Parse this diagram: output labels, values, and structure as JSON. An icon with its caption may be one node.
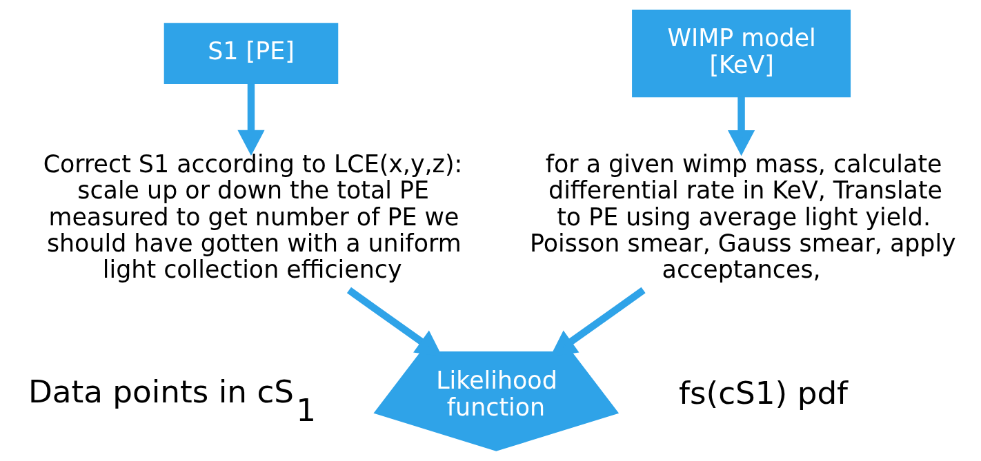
{
  "diagram": {
    "nodes": [
      {
        "text": [
          "S1 [PE]"
        ]
      },
      {
        "text": [
          "WIMP model [KeV]"
        ]
      },
      {
        "text": [
          "Correct S1 according to LCE(x,y,z): scale up or down the total PE measured to get number of PE we should have gotten with a uniform light collection efficiency"
        ]
      },
      {
        "text": [
          "for a given wimp mass, calculate differential rate in KeV, Translate to PE using average light yield. Poisson smear, Gauss smear, apply acceptances,"
        ]
      },
      {
        "text": [
          "Likelihood function"
        ]
      }
    ],
    "edges": [
      {
        "from": 0,
        "to": 2,
        "arrow": "to"
      },
      {
        "from": 1,
        "to": 3,
        "arrow": "to"
      },
      {
        "from": 2,
        "to": 4,
        "arrow": "to"
      },
      {
        "from": 3,
        "to": 4,
        "arrow": "to"
      }
    ],
    "labels": [
      "Data points in cS$_{1}$",
      "fs(cS1) pdf"
    ]
  }
}
